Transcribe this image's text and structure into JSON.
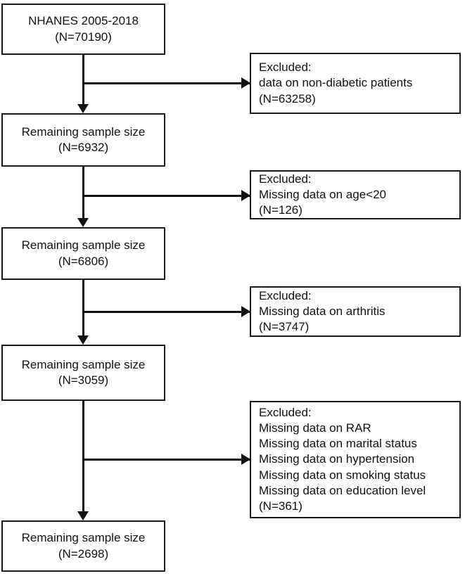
{
  "figure": {
    "type": "flowchart",
    "title": "NHANES participant selection flow diagram",
    "accent_color": "#111111",
    "background_color": "#ffffff"
  },
  "main_nodes": [
    {
      "id": "source",
      "line1": "NHANES 2005-2018",
      "line2": "(N=70190)"
    },
    {
      "id": "remaining-1",
      "line1": "Remaining sample size",
      "line2": "(N=6932)"
    },
    {
      "id": "remaining-2",
      "line1": "Remaining sample size",
      "line2": "(N=6806)"
    },
    {
      "id": "remaining-3",
      "line1": "Remaining sample size",
      "line2": "(N=3059)"
    },
    {
      "id": "remaining-4",
      "line1": "Remaining sample size",
      "line2": "(N=2698)"
    }
  ],
  "exclusion_nodes": [
    {
      "id": "excluded-1",
      "heading": "Excluded:",
      "reasons": [
        "data on non-diabetic patients"
      ],
      "count": "(N=63258)"
    },
    {
      "id": "excluded-2",
      "heading": "Excluded:",
      "reasons": [
        "Missing data on age<20"
      ],
      "count": "(N=126)"
    },
    {
      "id": "excluded-3",
      "heading": "Excluded:",
      "reasons": [
        "Missing data on arthritis"
      ],
      "count": "(N=3747)"
    },
    {
      "id": "excluded-4",
      "heading": "Excluded:",
      "reasons": [
        "Missing data on RAR",
        "Missing data on marital status",
        "Missing data on hypertension",
        "Missing data on smoking status",
        "Missing data on education level"
      ],
      "count": "(N=361)"
    }
  ]
}
